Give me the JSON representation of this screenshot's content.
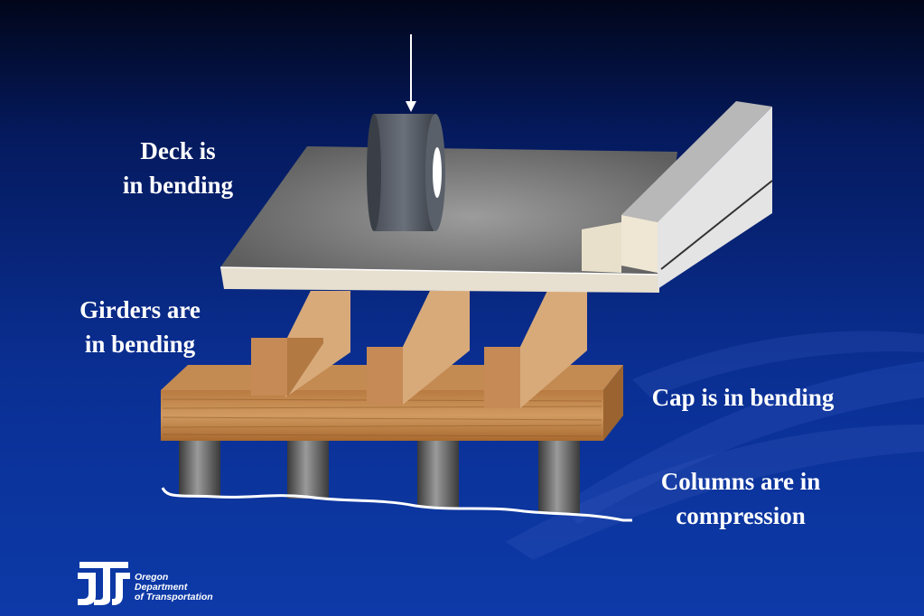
{
  "labels": {
    "deck": [
      "Deck is",
      "in bending"
    ],
    "girders": [
      "Girders are",
      "in bending"
    ],
    "cap": [
      "Cap is in bending"
    ],
    "columns": [
      "Columns are in",
      "compression"
    ]
  },
  "logo": {
    "lines": [
      "Oregon",
      "Department",
      "of Transportation"
    ]
  },
  "colors": {
    "background": "#0a2f93",
    "text": "#ffffff",
    "deck_top": "#8a8a8a",
    "girder": "#dcae80",
    "cap_wood": "#c9884a",
    "column": "#5a5a5a"
  }
}
